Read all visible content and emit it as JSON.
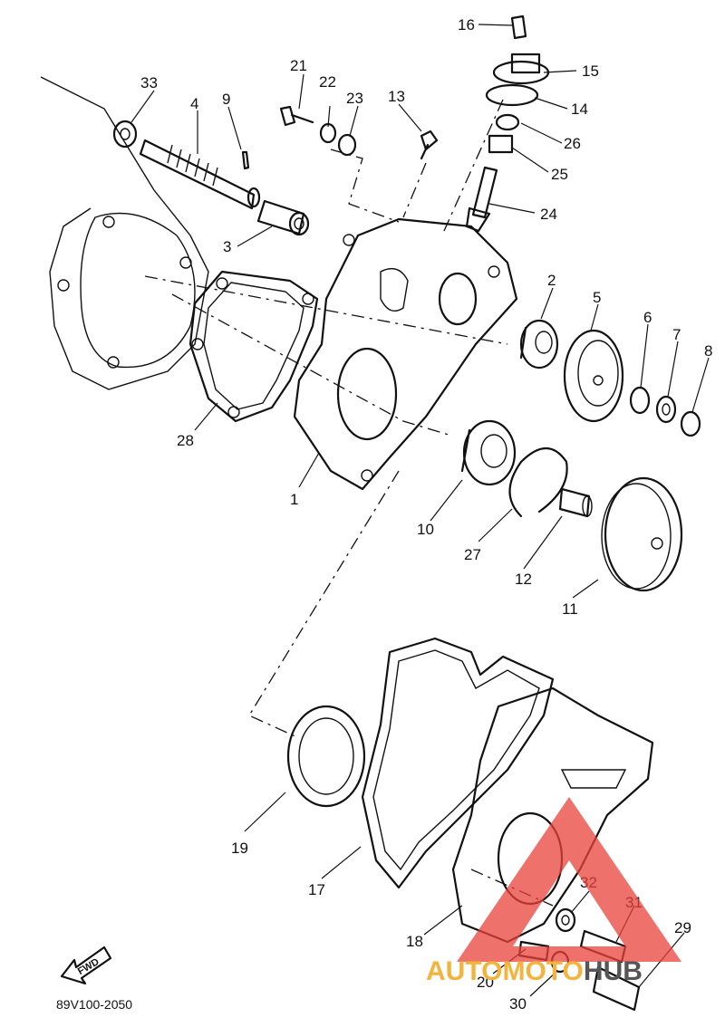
{
  "diagram": {
    "code": "89V100-2050",
    "fwd_label": "FWD",
    "callouts": [
      "1",
      "2",
      "3",
      "4",
      "5",
      "6",
      "7",
      "8",
      "9",
      "10",
      "11",
      "12",
      "13",
      "14",
      "15",
      "16",
      "17",
      "18",
      "19",
      "20",
      "21",
      "22",
      "23",
      "24",
      "25",
      "26",
      "27",
      "28",
      "29",
      "30",
      "31",
      "32",
      "33"
    ]
  },
  "watermark": {
    "part1": "AUTOMOTO",
    "part2": "HUB",
    "color_primary": "#e8413a",
    "color_secondary": "#f3b33d",
    "color_dark": "#555555"
  }
}
